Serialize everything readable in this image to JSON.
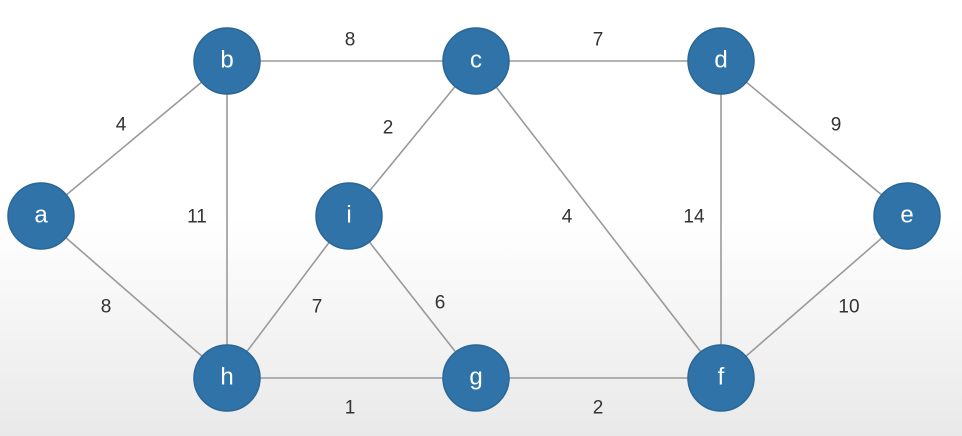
{
  "colors": {
    "node_fill": "#2f73a8",
    "edge": "#9a9a9a",
    "label_text": "#333333",
    "node_text": "#ffffff"
  },
  "nodes": [
    {
      "id": "a",
      "label": "a"
    },
    {
      "id": "b",
      "label": "b"
    },
    {
      "id": "c",
      "label": "c"
    },
    {
      "id": "d",
      "label": "d"
    },
    {
      "id": "e",
      "label": "e"
    },
    {
      "id": "f",
      "label": "f"
    },
    {
      "id": "g",
      "label": "g"
    },
    {
      "id": "h",
      "label": "h"
    },
    {
      "id": "i",
      "label": "i"
    }
  ],
  "edges": [
    {
      "from": "a",
      "to": "b",
      "weight": "4"
    },
    {
      "from": "a",
      "to": "h",
      "weight": "8"
    },
    {
      "from": "b",
      "to": "c",
      "weight": "8"
    },
    {
      "from": "b",
      "to": "h",
      "weight": "11"
    },
    {
      "from": "c",
      "to": "d",
      "weight": "7"
    },
    {
      "from": "c",
      "to": "i",
      "weight": "2"
    },
    {
      "from": "c",
      "to": "f",
      "weight": "4"
    },
    {
      "from": "d",
      "to": "e",
      "weight": "9"
    },
    {
      "from": "d",
      "to": "f",
      "weight": "14"
    },
    {
      "from": "e",
      "to": "f",
      "weight": "10"
    },
    {
      "from": "i",
      "to": "h",
      "weight": "7"
    },
    {
      "from": "i",
      "to": "g",
      "weight": "6"
    },
    {
      "from": "h",
      "to": "g",
      "weight": "1"
    },
    {
      "from": "g",
      "to": "f",
      "weight": "2"
    }
  ]
}
